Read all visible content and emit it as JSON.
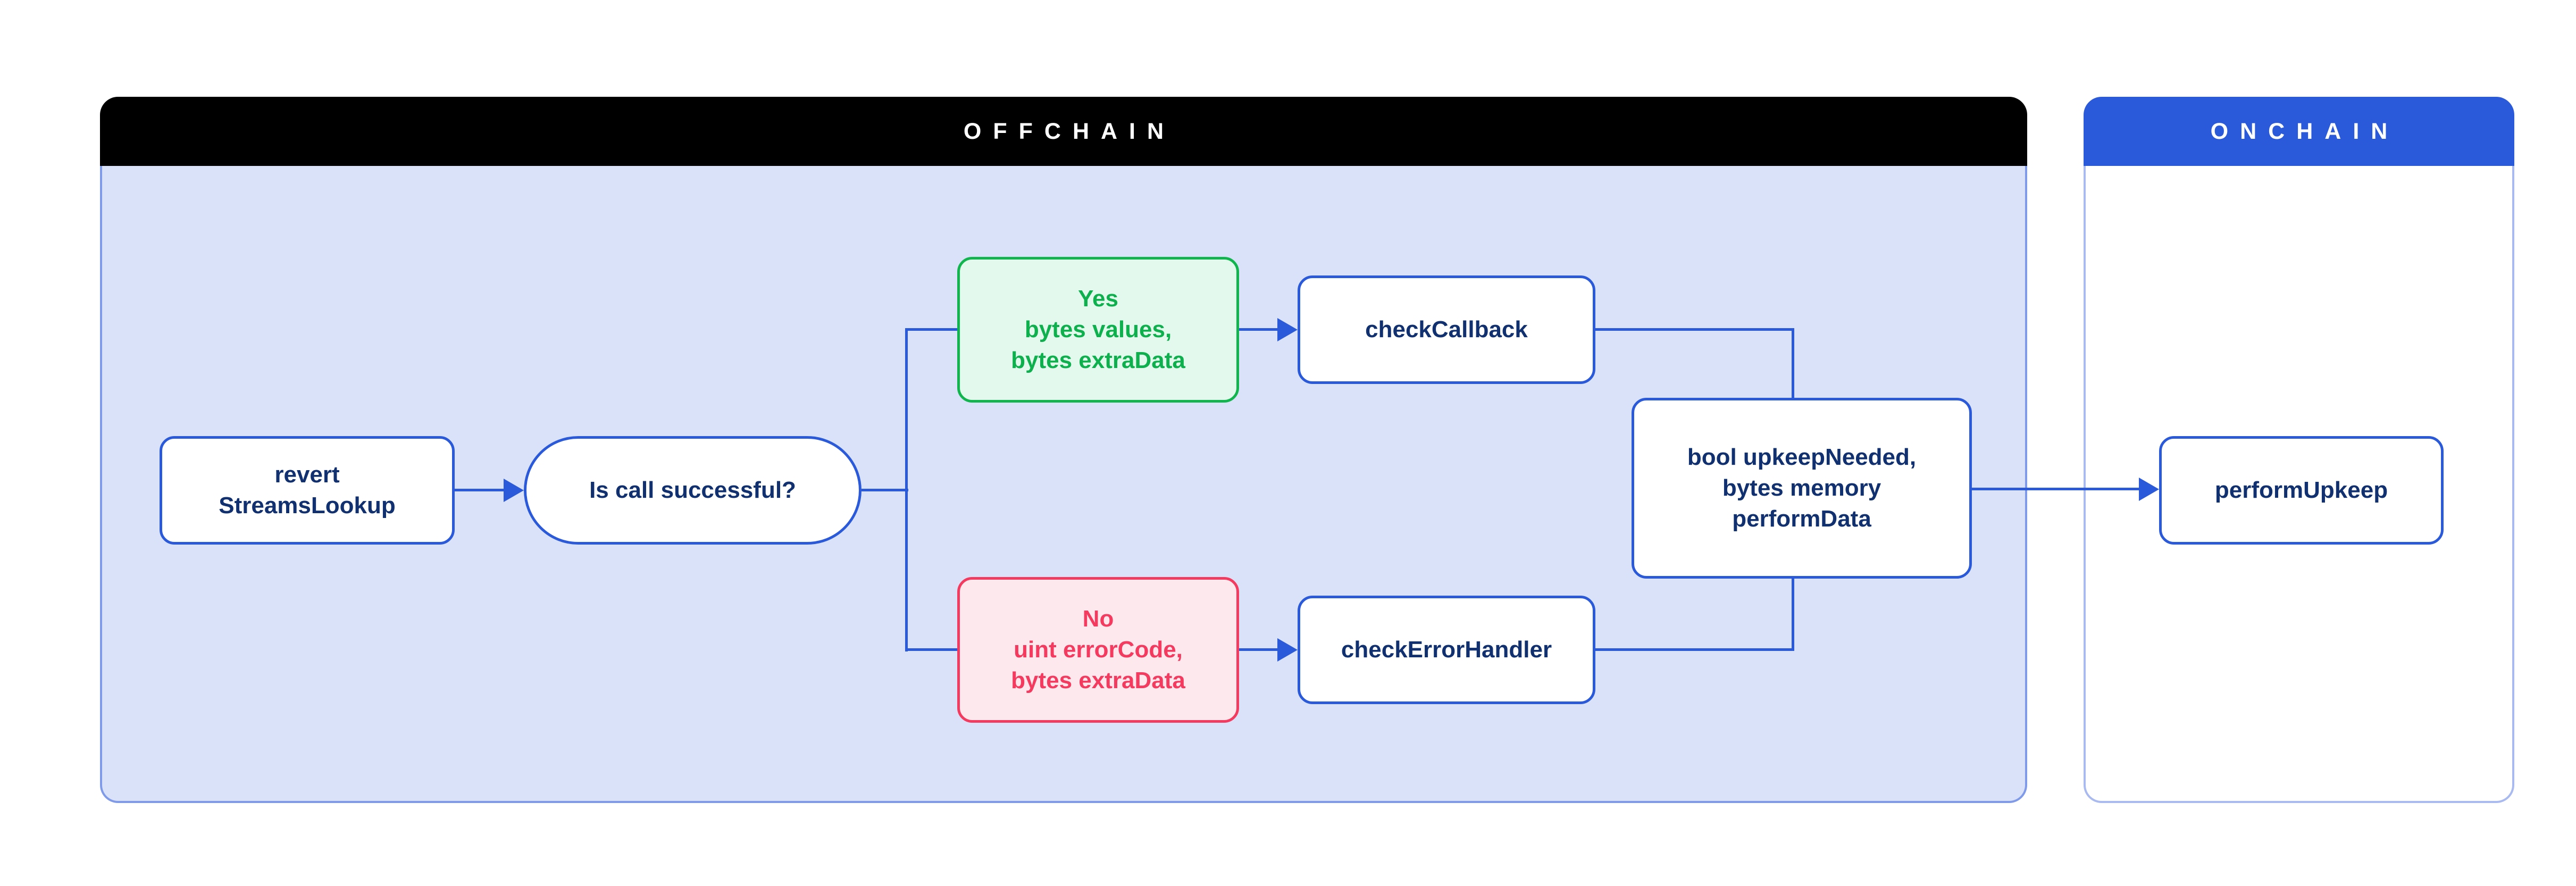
{
  "regions": {
    "offchain": {
      "title": "OFFCHAIN"
    },
    "onchain": {
      "title": "ONCHAIN"
    }
  },
  "nodes": {
    "revert_streams_lookup": {
      "lines": [
        "revert",
        "StreamsLookup"
      ]
    },
    "is_call_successful": {
      "lines": [
        "Is call successful?"
      ]
    },
    "yes_branch": {
      "lines": [
        "Yes",
        "bytes values,",
        "bytes extraData"
      ]
    },
    "no_branch": {
      "lines": [
        "No",
        "uint errorCode,",
        "bytes extraData"
      ]
    },
    "check_callback": {
      "lines": [
        "checkCallback"
      ]
    },
    "check_error_handler": {
      "lines": [
        "checkErrorHandler"
      ]
    },
    "upkeep_result": {
      "lines": [
        "bool upkeepNeeded,",
        "bytes memory",
        "performData"
      ]
    },
    "perform_upkeep": {
      "lines": [
        "performUpkeep"
      ]
    }
  },
  "edges": [
    {
      "from": "revert_streams_lookup",
      "to": "is_call_successful",
      "arrowhead": true
    },
    {
      "from": "is_call_successful",
      "to": "yes_branch",
      "arrowhead": false
    },
    {
      "from": "is_call_successful",
      "to": "no_branch",
      "arrowhead": false
    },
    {
      "from": "yes_branch",
      "to": "check_callback",
      "arrowhead": true
    },
    {
      "from": "no_branch",
      "to": "check_error_handler",
      "arrowhead": true
    },
    {
      "from": "check_callback",
      "to": "upkeep_result",
      "arrowhead": false
    },
    {
      "from": "check_error_handler",
      "to": "upkeep_result",
      "arrowhead": false
    },
    {
      "from": "upkeep_result",
      "to": "perform_upkeep",
      "arrowhead": true
    }
  ],
  "colors": {
    "accent_blue": "#2A5ADA",
    "navy_text": "#11306F",
    "offchain_header_bg": "#000000",
    "onchain_header_bg": "#2A5ADA",
    "offchain_body_bg": "#D9E2F8",
    "offchain_border": "#7F9AE8",
    "onchain_border": "#A9BAF0",
    "yes_green": "#0DB04C",
    "yes_green_bg": "#E4F9ED",
    "no_red": "#F43A5E",
    "no_red_bg": "#FDE9ED"
  }
}
